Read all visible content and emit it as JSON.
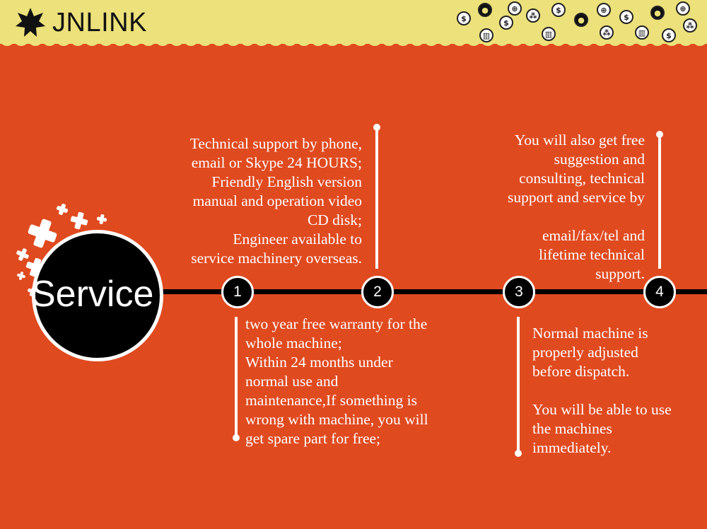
{
  "brand": {
    "name": "JNLINK"
  },
  "center": {
    "label": "Service"
  },
  "nodes": [
    "1",
    "2",
    "3",
    "4"
  ],
  "items": {
    "item1": "two year free warranty for the\nwhole machine;\nWithin 24 months under\nnormal use and\nmaintenance,If something is\nwrong with machine, you will\nget spare part for free;",
    "item2": "Technical support by phone,\nemail or Skype 24 HOURS;\nFriendly English version\nmanual and operation video\nCD disk;\nEngineer available to\nservice machinery overseas.",
    "item3": "Normal machine is\nproperly adjusted\nbefore dispatch.\n\nYou will be able to use\nthe machines\nimmediately.",
    "item4": "You will also get free\nsuggestion and\nconsulting, technical\nsupport and service by\n\nemail/fax/tel and\nlifetime technical\nsupport."
  },
  "icons": [
    "dollar-icon",
    "person-icon",
    "globe-icon",
    "network-icon",
    "chart-icon"
  ],
  "colors": {
    "background": "#e04a1f",
    "header": "#ece17a",
    "line": "#000000",
    "text": "#ffffff"
  }
}
